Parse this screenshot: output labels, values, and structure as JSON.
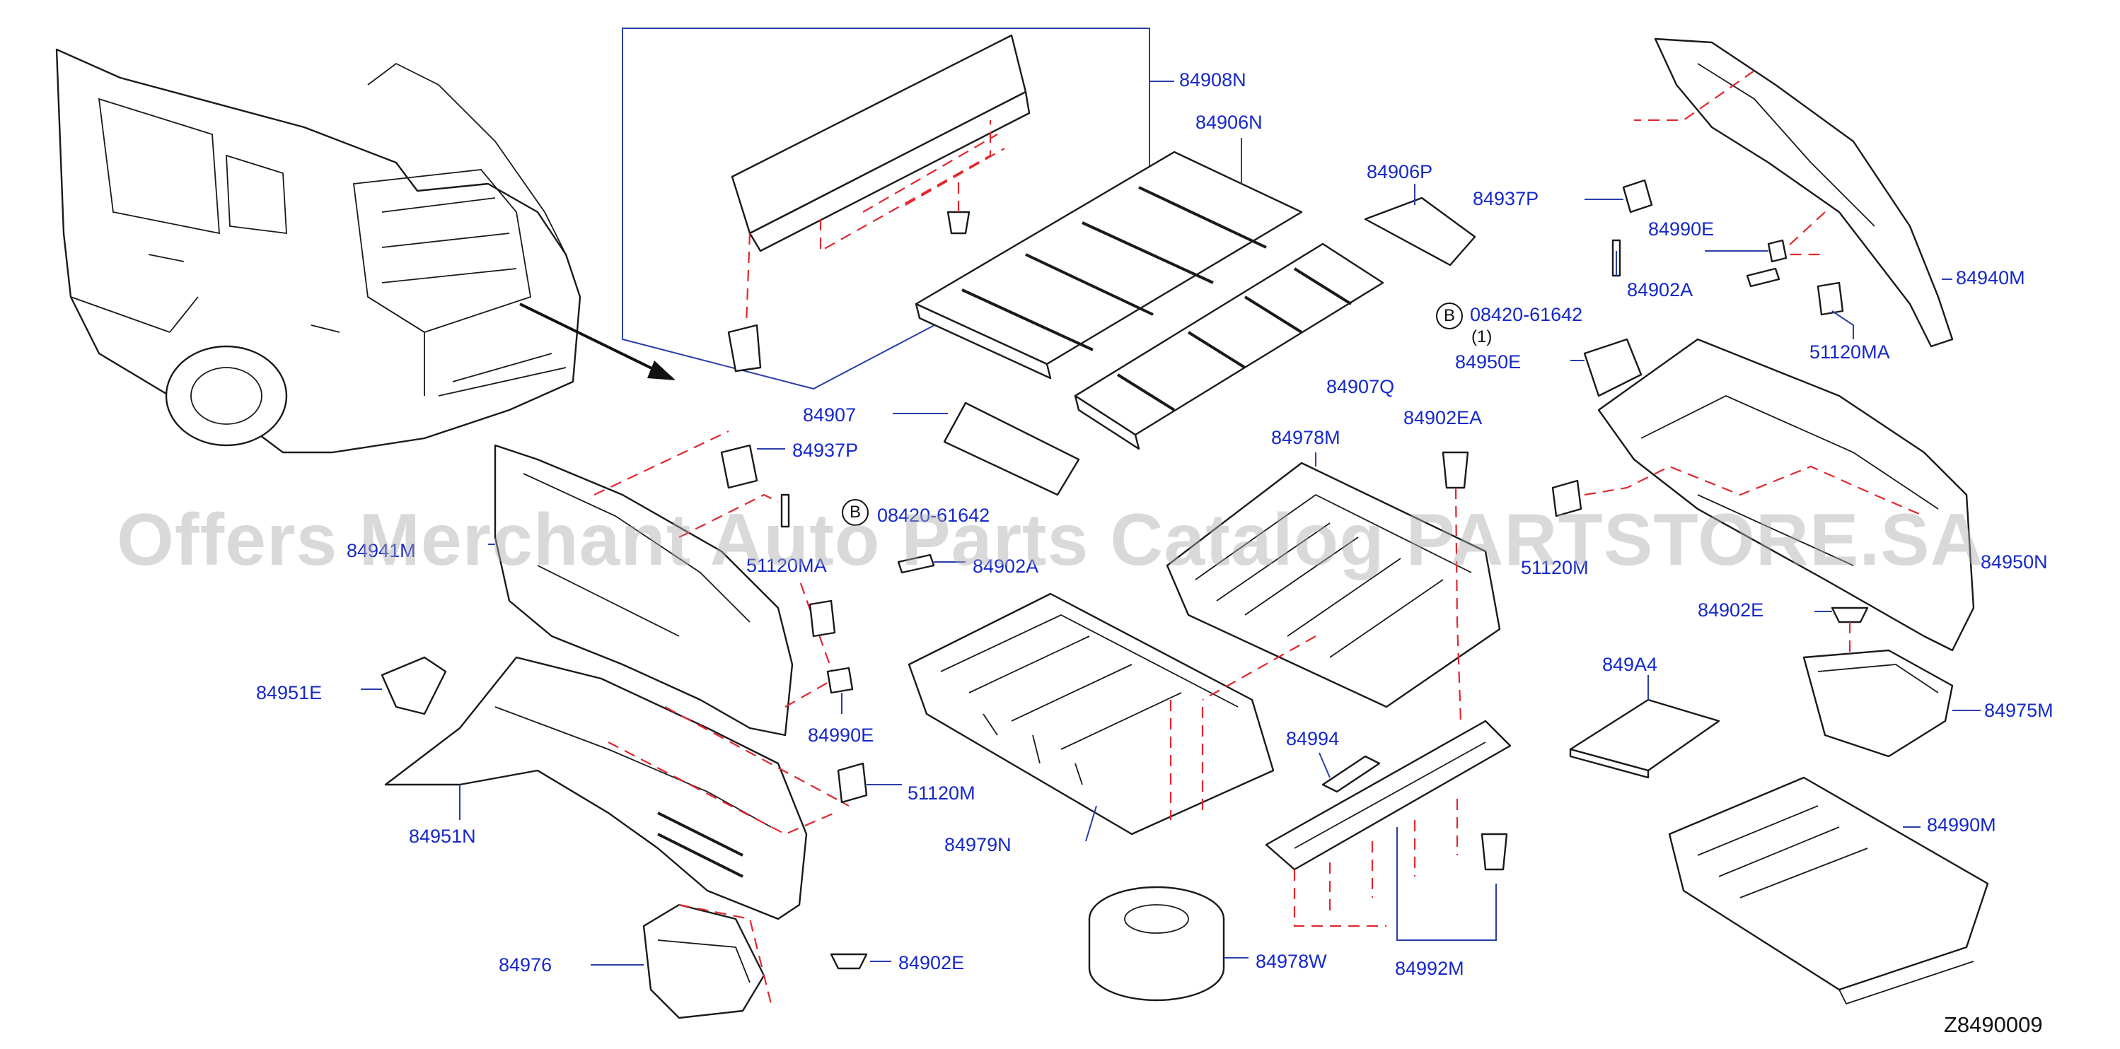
{
  "diagram": {
    "reference_code": "Z8490009",
    "watermark": "Offers Merchant Auto Parts Catalog PARTSTORE.SA",
    "bolt_symbol": "B",
    "bolt_quantity": "(1)",
    "colors": {
      "label_blue": "#1528c9",
      "leader_blue": "#2a3ea8",
      "dash_red": "#e3262e",
      "outline": "#1a1a1a"
    },
    "labels": {
      "l_84908N": "84908N",
      "l_84906N": "84906N",
      "l_84906P": "84906P",
      "l_84937P_top": "84937P",
      "l_84990E_top": "84990E",
      "l_84902A_top": "84902A",
      "l_84940M": "84940M",
      "l_08420_top": "08420-61642",
      "l_84950E": "84950E",
      "l_51120MA_top": "51120MA",
      "l_84907Q": "84907Q",
      "l_84907": "84907",
      "l_84937P_mid": "84937P",
      "l_08420_mid": "08420-61642",
      "l_84941M": "84941M",
      "l_51120MA_mid": "51120MA",
      "l_84902A_mid": "84902A",
      "l_84978M": "84978M",
      "l_84902EA": "84902EA",
      "l_51120M_right": "51120M",
      "l_84950N": "84950N",
      "l_84902E_right": "84902E",
      "l_849A4": "849A4",
      "l_84975M": "84975M",
      "l_84951E": "84951E",
      "l_84990E_mid": "84990E",
      "l_84994": "84994",
      "l_51120M_low": "51120M",
      "l_84951N": "84951N",
      "l_84979N": "84979N",
      "l_84990M": "84990M",
      "l_84976": "84976",
      "l_84902E_low": "84902E",
      "l_84978W": "84978W",
      "l_84992M": "84992M"
    }
  }
}
